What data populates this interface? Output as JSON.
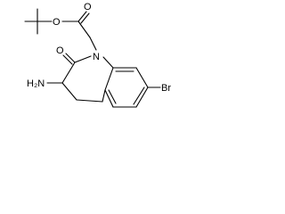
{
  "molecule": {
    "atoms": {
      "ester_o": "O",
      "carbonyl_o_ester": "O",
      "ring_n": "N",
      "lactam_o": "O",
      "amine": "H₂N",
      "bromine": "Br"
    }
  }
}
